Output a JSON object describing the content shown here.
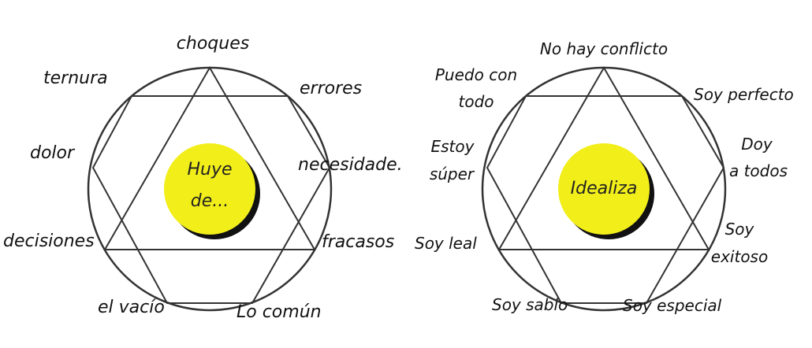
{
  "left": {
    "center_lines": [
      "Huye",
      "de..."
    ],
    "labels": {
      "p9": "choques",
      "p1": "errores",
      "p2": "necesidade.",
      "p3": "fracasos",
      "p4": "Lo común",
      "p5": "el vacío",
      "p6": "decisiones",
      "p7": "dolor",
      "p8": "ternura"
    }
  },
  "right": {
    "center_text": "Idealiza",
    "labels": {
      "p9": [
        "No hay conflicto"
      ],
      "p1": [
        "Soy perfecto"
      ],
      "p2": [
        "Doy",
        "a todos"
      ],
      "p3": [
        "Soy",
        "exitoso"
      ],
      "p4": [
        "Soy especial"
      ],
      "p5": [
        "Soy sabio"
      ],
      "p6": [
        "Soy leal"
      ],
      "p7": [
        "Estoy",
        "súper"
      ],
      "p8": [
        "Puedo con",
        "todo"
      ]
    }
  },
  "colors": {
    "center_fill": "#f2ee1a",
    "center_shadow": "#111111",
    "lines": "#333333"
  }
}
